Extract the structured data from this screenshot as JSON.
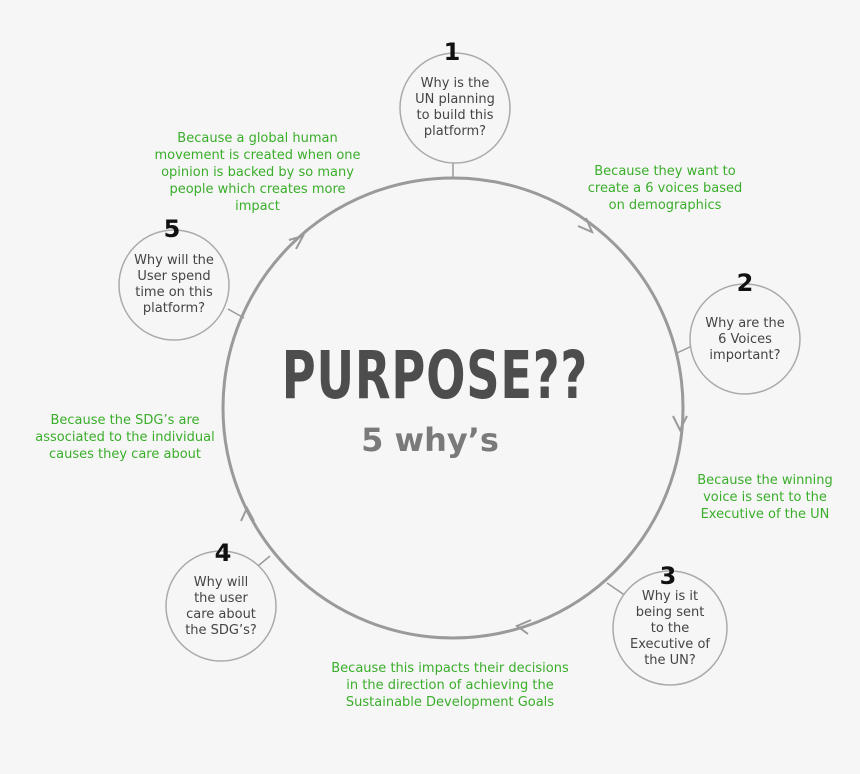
{
  "title": "PURPOSE??",
  "subtitle": "5 why’s",
  "colors": {
    "background": "#f6f6f6",
    "ring": "#9a9a9a",
    "bubble_border": "#aaaaaa",
    "answer_text": "#3aae2a",
    "question_text": "#444444",
    "title_text": "#4d4d4d"
  },
  "whys": [
    {
      "number": "1",
      "question": [
        "Why is the",
        "UN planning",
        "to build this",
        "platform?"
      ]
    },
    {
      "number": "2",
      "question": [
        "Why are the",
        "6 Voices",
        "important?"
      ]
    },
    {
      "number": "3",
      "question": [
        "Why is it",
        "being sent",
        "to the",
        "Executive of",
        "the UN?"
      ]
    },
    {
      "number": "4",
      "question": [
        "Why will",
        "the user",
        "care about",
        "the SDG’s?"
      ]
    },
    {
      "number": "5",
      "question": [
        "Why will the",
        "User spend",
        "time on this",
        "platform?"
      ]
    }
  ],
  "answers": [
    [
      "Because they want to",
      "create a 6 voices based",
      "on demographics"
    ],
    [
      "Because the winning",
      "voice is sent to the",
      "Executive of the UN"
    ],
    [
      "Because this impacts their decisions",
      "in the direction of achieving the",
      "Sustainable Development Goals"
    ],
    [
      "Because the SDG’s are",
      "associated to the individual",
      "causes they care about"
    ],
    [
      "Because a global human",
      "movement is created when one",
      "opinion is backed by so many",
      "people which creates more",
      "impact"
    ]
  ]
}
